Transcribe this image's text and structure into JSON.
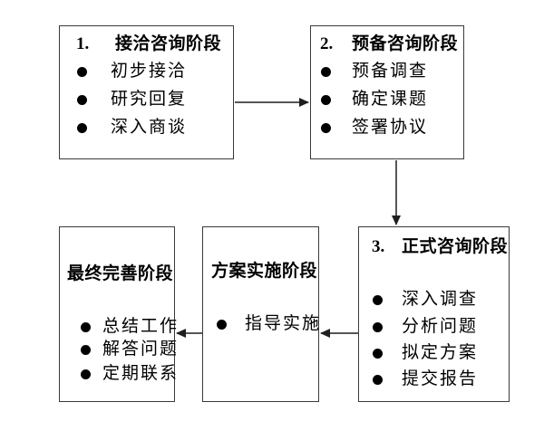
{
  "diagram": {
    "type": "flowchart",
    "background": "#ffffff",
    "box_border_color": "#3a3a3a",
    "arrow_color": "#1f1f1f",
    "text_color": "#000000"
  },
  "icons": {
    "bullet": "●"
  },
  "boxes": [
    {
      "number": "1.",
      "title": "接洽咨询阶段",
      "items": [
        "初步接洽",
        "研究回复",
        "深入商谈"
      ]
    },
    {
      "number": "2.",
      "title": "预备咨询阶段",
      "items": [
        "预备调查",
        "确定课题",
        "签署协议"
      ]
    },
    {
      "number": "3.",
      "title": "正式咨询阶段",
      "items": [
        "深入调查",
        "分析问题",
        "拟定方案",
        "提交报告"
      ]
    },
    {
      "number": "",
      "title": "方案实施阶段",
      "items": [
        "指导实施"
      ]
    },
    {
      "number": "",
      "title": "最终完善阶段",
      "items": [
        "总结工作",
        "解答问题",
        "定期联系"
      ]
    }
  ],
  "arrows": [
    {
      "from": "接洽咨询阶段",
      "to": "预备咨询阶段",
      "direction": "right"
    },
    {
      "from": "预备咨询阶段",
      "to": "正式咨询阶段",
      "direction": "down"
    },
    {
      "from": "正式咨询阶段",
      "to": "方案实施阶段",
      "direction": "left"
    },
    {
      "from": "方案实施阶段",
      "to": "最终完善阶段",
      "direction": "left"
    }
  ]
}
